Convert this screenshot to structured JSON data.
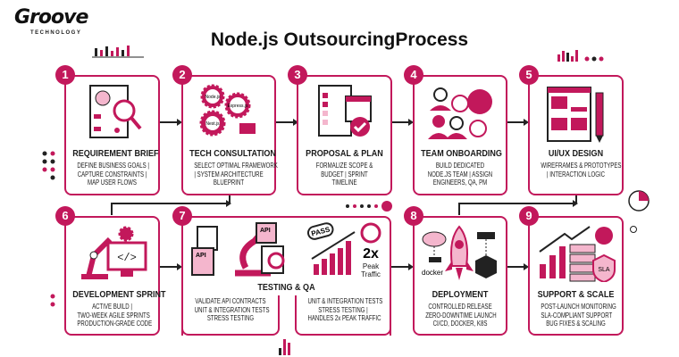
{
  "logo": {
    "name": "Groove",
    "sub": "TECHNOLOGY"
  },
  "title": "Node.js OutsourcingProcess",
  "accent": "#c2185b",
  "steps": [
    {
      "num": "1",
      "title": "REQUIREMENT BRIEF",
      "desc": "DEFINE BUSINESS GOALS |\nCAPTURE CONSTRAINTS |\nMAP USER FLOWS",
      "icon": "document-flowchart-magnifier-icon"
    },
    {
      "num": "2",
      "title": "TECH CONSULTATION",
      "desc": "SELECT OPTIMAL FRAMEWORK\n| SYSTEM ARCHITECTURE\nBLUEPRINT",
      "icon": "gears-icon",
      "gear_labels": [
        "Node.js",
        "Express.js",
        "Nest.js"
      ]
    },
    {
      "num": "3",
      "title": "PROPOSAL & PLAN",
      "desc": "FORMALIZE SCOPE &\nBUDGET | SPRINT\nTIMELINE",
      "icon": "checklist-calendar-icon"
    },
    {
      "num": "4",
      "title": "TEAM ONBOARDING",
      "desc": "BUILD DEDICATED\nNODE.JS TEAM | ASSIGN\nENGINEERS, QA, PM",
      "icon": "team-globe-clock-icon"
    },
    {
      "num": "5",
      "title": "UI/UX DESIGN",
      "desc": "WIREFRAMES & PROTOTYPES\n| INTERACTION LOGIC",
      "icon": "wireframe-pencil-icon"
    },
    {
      "num": "6",
      "title": "DEVELOPMENT SPRINT",
      "desc": "ACTIVE BUILD |\nTWO-WEEK AGILE SPRINTS\nPRODUCTION-GRADE CODE",
      "icon": "robot-arm-monitor-icon"
    },
    {
      "num": "7",
      "title": "TESTING & QA",
      "desc": "VALIDATE API CONTRACTS\nUNIT & INTEGRATION TESTS\nSTRESS TESTING",
      "desc2": "UNIT & INTEGRATION TESTS\nSTRESS TESTING |\nHANDLES 2x PEAK TRAFFIC",
      "icon": "api-microscope-chart-icon",
      "api_label": "API",
      "pass_label": "PASS",
      "peak_value": "2x",
      "peak_label": "Peak\nTraffic"
    },
    {
      "num": "8",
      "title": "DEPLOYMENT",
      "desc": "CONTROLLED RELEASE\nZERO-DOWNTIME LAUNCH\nCI/CD, DOCKER, K8S",
      "icon": "rocket-docker-icon",
      "docker_label": "docker"
    },
    {
      "num": "9",
      "title": "SUPPORT & SCALE",
      "desc": "POST-LAUNCH MONITORING\nSLA-COMPLIANT SUPPORT\nBUG FIXES & SCALING",
      "icon": "server-chart-sla-icon",
      "sla_label": "SLA"
    }
  ]
}
